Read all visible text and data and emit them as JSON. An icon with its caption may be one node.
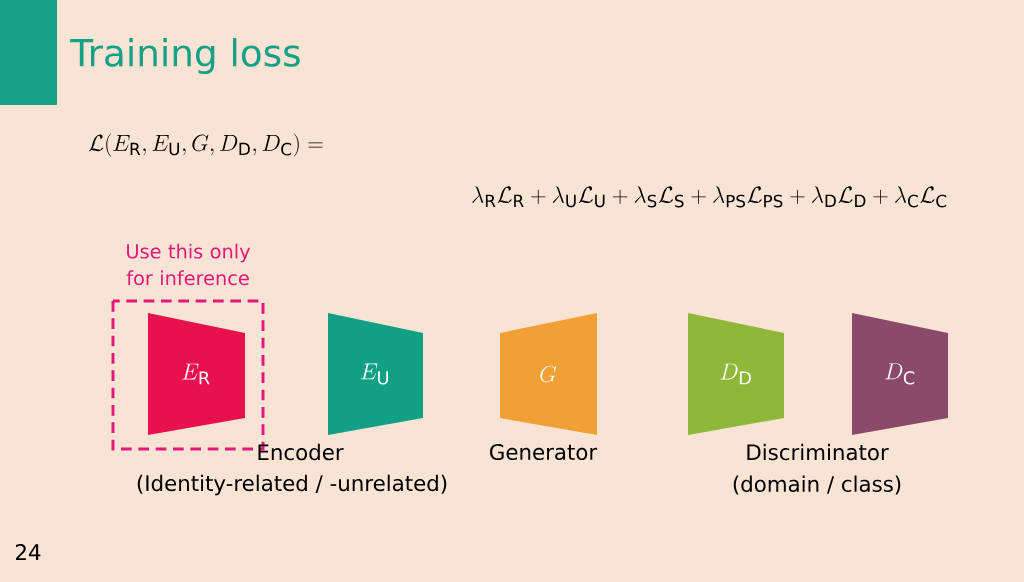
{
  "diagram": {
    "title": "Training loss",
    "nodes": [
      {
        "text": [
          "Use this only for inference"
        ]
      },
      {
        "text": [
          "E_{\\mathrm{R}}"
        ],
        "in": 0
      },
      {
        "text": [
          "E_{\\mathrm{U}}"
        ]
      },
      {
        "text": [
          "G"
        ]
      },
      {
        "text": [
          "D_{\\mathrm{D}}"
        ]
      },
      {
        "text": [
          "D_{\\mathrm{C}}"
        ]
      }
    ],
    "labels": [
      "\\mathcal{L}(E_{\\mathrm{R}}, E_{\\mathrm{U}}, G, D_{\\mathrm{D}}, D_{\\mathrm{C}}) =",
      "\\lambda_{\\mathrm{R}}\\mathcal{L}_{\\mathrm{R}} + \\lambda_{\\mathrm{U}}\\mathcal{L}_{\\mathrm{U}} + \\lambda_{\\mathrm{S}}\\mathcal{L}_{\\mathrm{S}} + \\lambda_{\\mathrm{PS}}\\mathcal{L}_{\\mathrm{PS}} + \\lambda_{\\mathrm{D}}\\mathcal{L}_{\\mathrm{D}} + \\lambda_{\\mathrm{C}}\\mathcal{L}_{\\mathrm{C}}",
      "Encoder",
      "(Identity-related / -unrelated)",
      "Generator",
      "Discriminator",
      "(domain / class)",
      "24"
    ]
  }
}
